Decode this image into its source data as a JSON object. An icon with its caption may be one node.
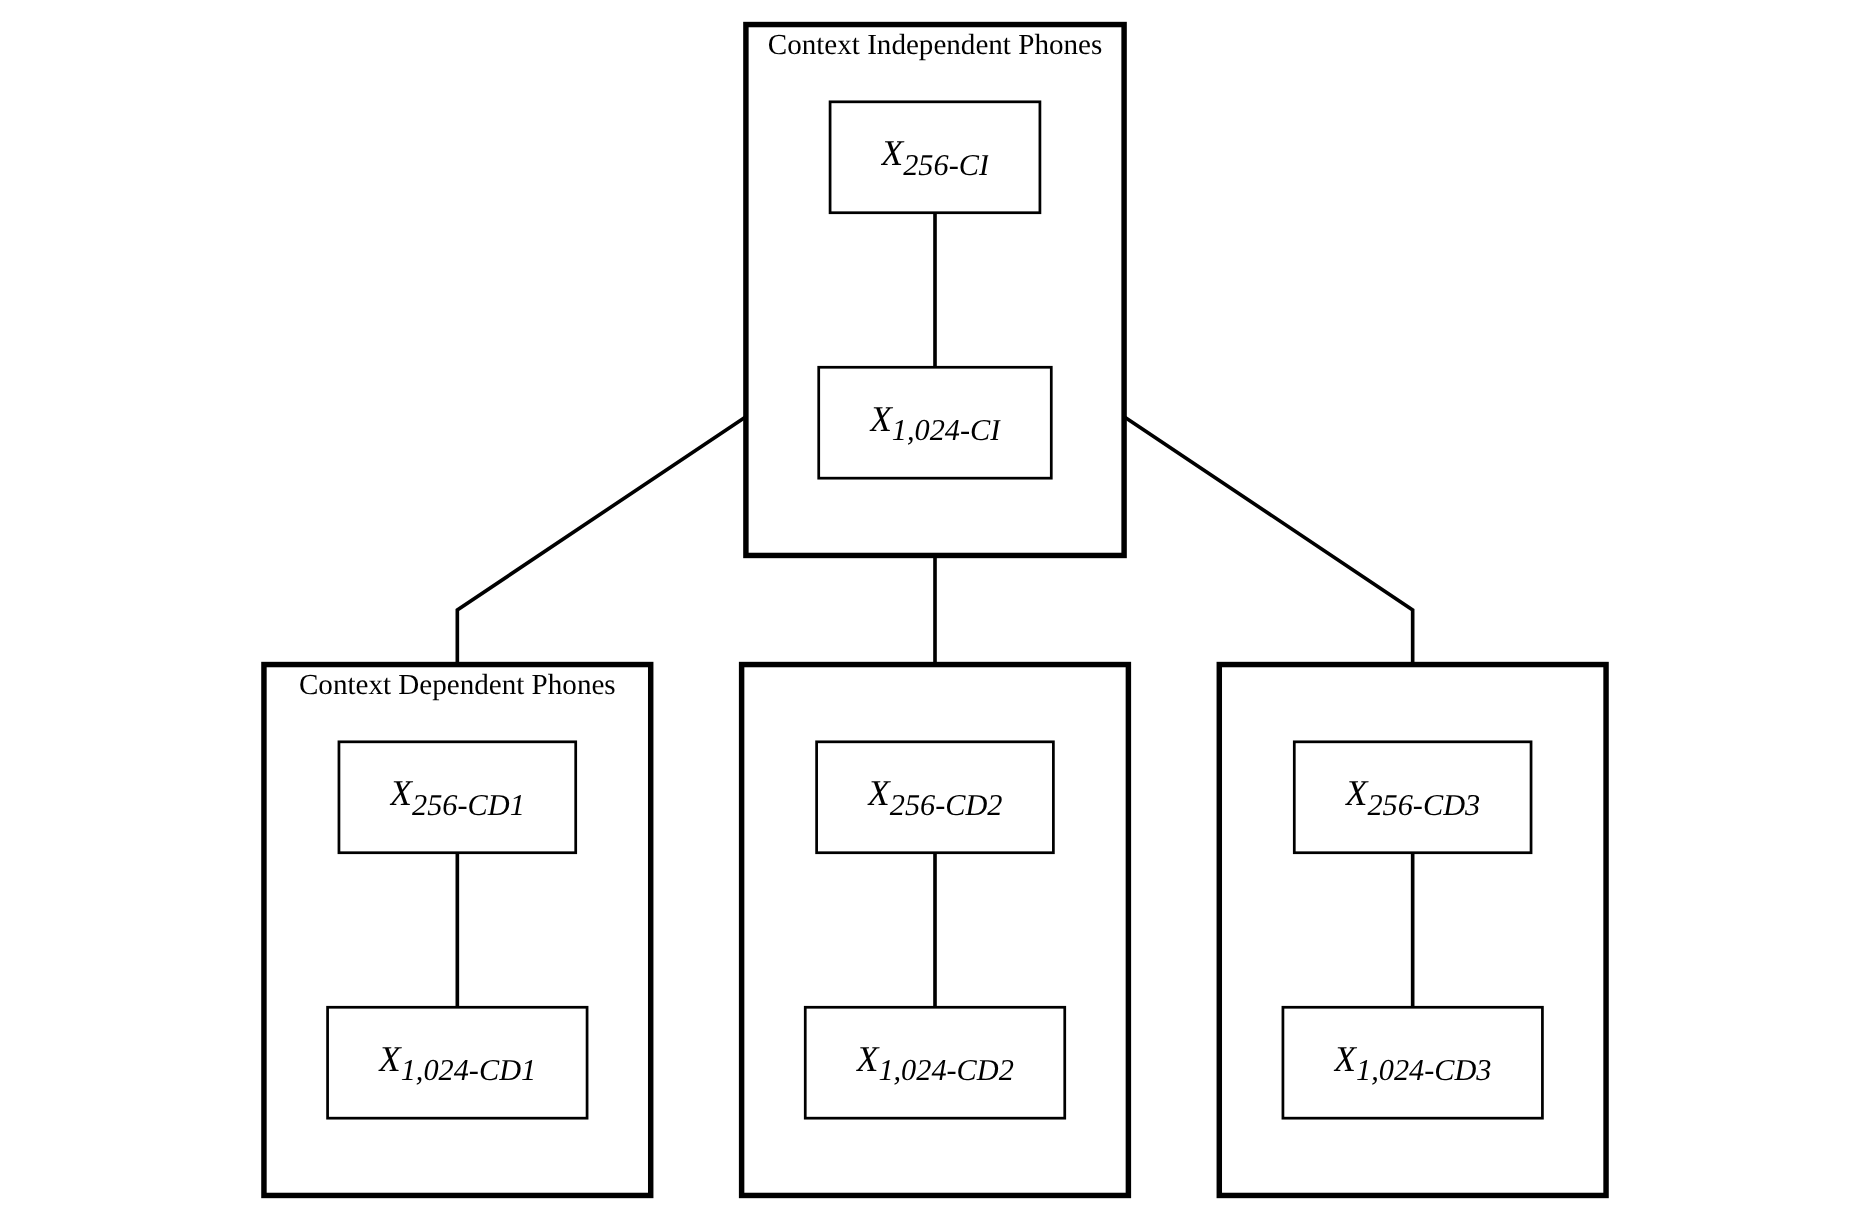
{
  "diagram": {
    "nodes": [
      {
        "text": [
          "Context Independent Phones"
        ]
      },
      {
        "text": [
          "X$_{256-CI}$"
        ],
        "in": 0
      },
      {
        "text": [
          "X$_{1,024-CI}$"
        ],
        "in": 0
      },
      {
        "text": [
          "Context Dependent Phones"
        ]
      },
      {
        "text": [
          "X$_{256-CD1}$"
        ],
        "in": 3
      },
      {
        "text": [
          "X$_{1,024-CD1}$"
        ],
        "in": 3
      },
      {
        "text": [],
        "shape": "box"
      },
      {
        "text": [
          "X$_{256-CD2}$"
        ],
        "in": 6
      },
      {
        "text": [
          "X$_{1,024-CD2}$"
        ],
        "in": 6
      },
      {
        "text": [],
        "shape": "box"
      },
      {
        "text": [
          "X$_{256-CD3}$"
        ],
        "in": 9
      },
      {
        "text": [
          "X$_{1,024-CD3}$"
        ],
        "in": 9
      }
    ],
    "edges": [
      {
        "from": 1,
        "to": 2,
        "arrow": "none"
      },
      {
        "from": 0,
        "to": 3,
        "arrow": "none"
      },
      {
        "from": 0,
        "to": 6,
        "arrow": "none"
      },
      {
        "from": 0,
        "to": 9,
        "arrow": "none"
      },
      {
        "from": 4,
        "to": 5,
        "arrow": "none"
      },
      {
        "from": 7,
        "to": 8,
        "arrow": "none"
      },
      {
        "from": 10,
        "to": 11,
        "arrow": "none"
      }
    ]
  }
}
